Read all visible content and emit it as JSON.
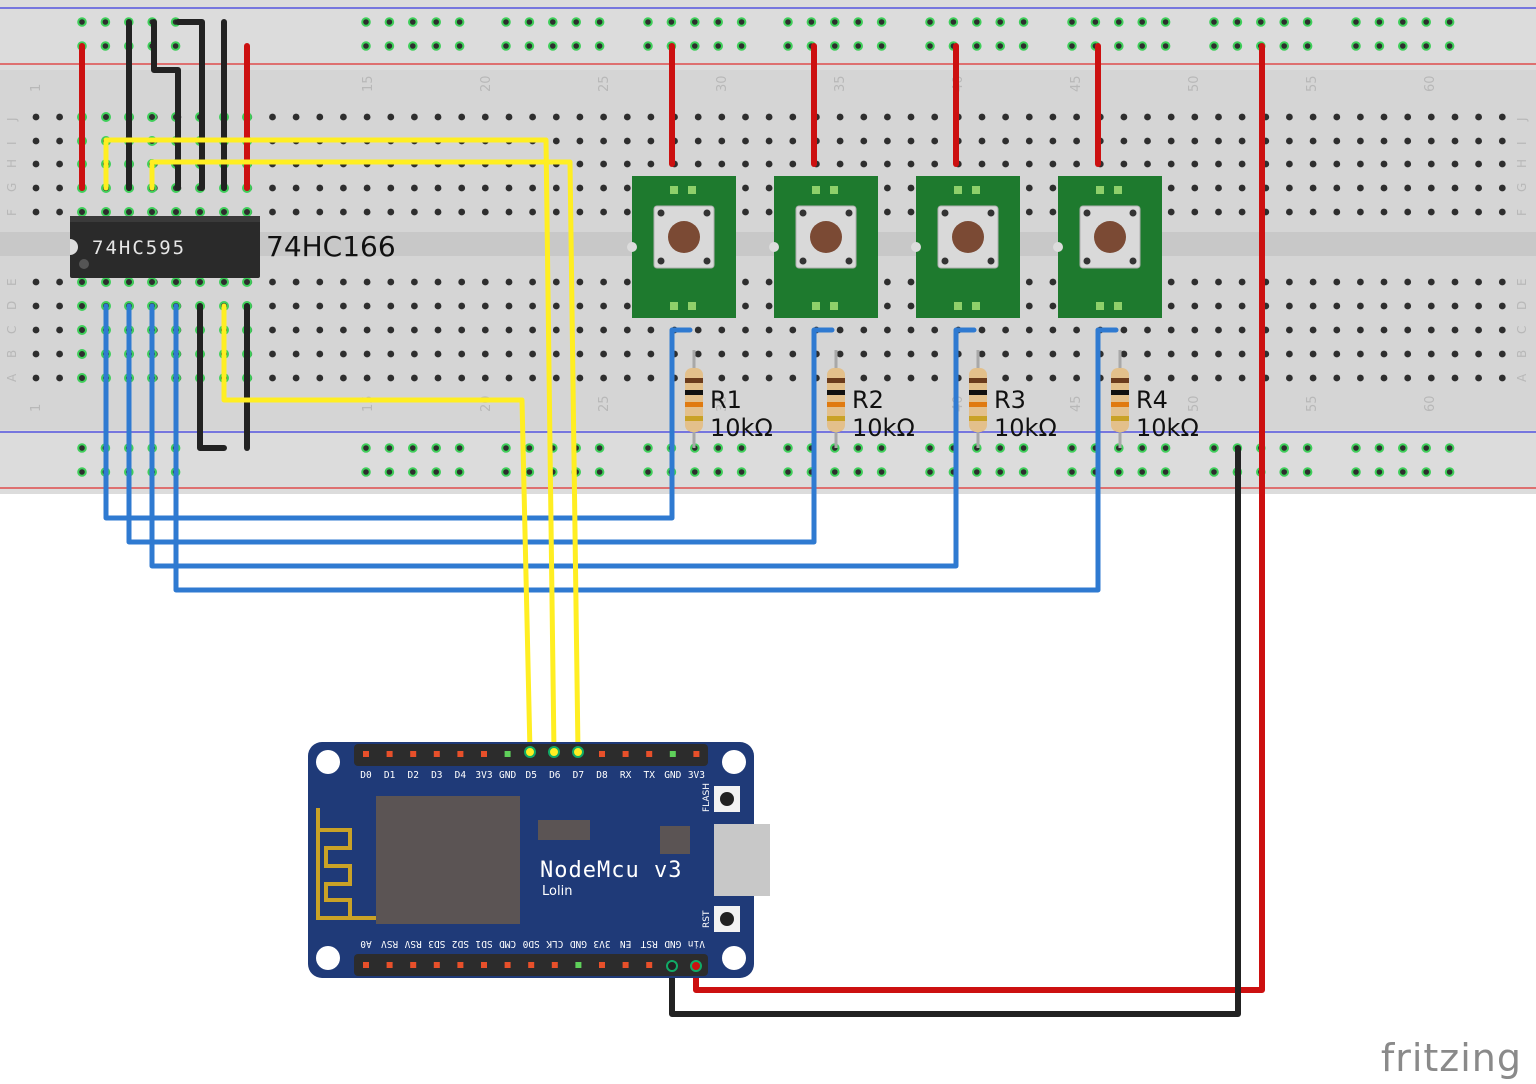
{
  "breadboard": {
    "column_numbers": [
      "1",
      "15",
      "20",
      "25",
      "30",
      "35",
      "40",
      "45",
      "50",
      "55",
      "60"
    ],
    "row_letters_top": [
      "J",
      "I",
      "H",
      "G",
      "F"
    ],
    "row_letters_bottom": [
      "E",
      "D",
      "C",
      "B",
      "A"
    ]
  },
  "chip": {
    "marking": "74HC595",
    "label": "74HC166"
  },
  "resistors": [
    {
      "name": "R1",
      "value": "10kΩ"
    },
    {
      "name": "R2",
      "value": "10kΩ"
    },
    {
      "name": "R3",
      "value": "10kΩ"
    },
    {
      "name": "R4",
      "value": "10kΩ"
    }
  ],
  "nodemcu": {
    "title": "NodeMcu  v3",
    "subtitle": "Lolin",
    "top_pins": [
      "D0",
      "D1",
      "D2",
      "D3",
      "D4",
      "3V3",
      "GND",
      "D5",
      "D6",
      "D7",
      "D8",
      "RX",
      "TX",
      "GND",
      "3V3"
    ],
    "bottom_pins": [
      "A0",
      "RSV",
      "RSV",
      "SD3",
      "SD2",
      "SD1",
      "CMD",
      "SD0",
      "CLK",
      "GND",
      "3V3",
      "EN",
      "RST",
      "GND",
      "Vin"
    ],
    "flash_label": "FLASH",
    "rst_label": "RST"
  },
  "colors": {
    "red_wire": "#cc1010",
    "black_wire": "#222222",
    "yellow_wire": "#ffee22",
    "blue_wire": "#2f7ad1",
    "board_blue": "#1f3a78",
    "button_green": "#1e7a2e"
  },
  "brand": "fritzing"
}
